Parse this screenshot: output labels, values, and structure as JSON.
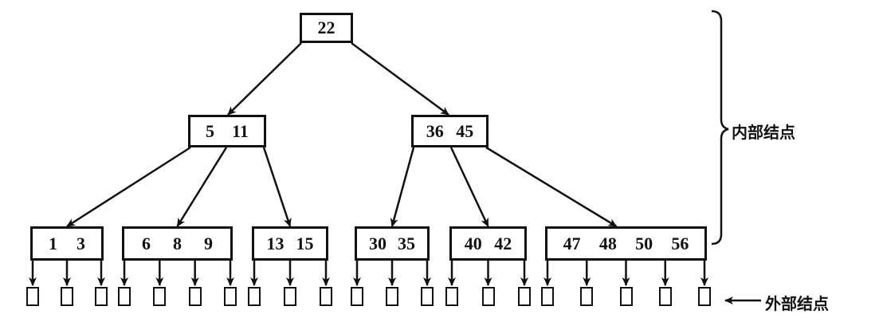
{
  "title": "B-tree of order 5",
  "colors": {
    "ink": "#111111",
    "background": "#ffffff"
  },
  "tree": {
    "root": {
      "id": "root",
      "keys": [
        "22"
      ]
    },
    "level1": [
      {
        "id": "n-5-11",
        "keys": [
          "5",
          "11"
        ]
      },
      {
        "id": "n-36-45",
        "keys": [
          "36",
          "45"
        ]
      }
    ],
    "leaves": [
      {
        "id": "leaf-1-3",
        "parent": 0,
        "keys": [
          "1",
          "3"
        ]
      },
      {
        "id": "leaf-6-8-9",
        "parent": 0,
        "keys": [
          "6",
          "8",
          "9"
        ]
      },
      {
        "id": "leaf-13-15",
        "parent": 0,
        "keys": [
          "13",
          "15"
        ]
      },
      {
        "id": "leaf-30-35",
        "parent": 1,
        "keys": [
          "30",
          "35"
        ]
      },
      {
        "id": "leaf-40-42",
        "parent": 1,
        "keys": [
          "40",
          "42"
        ]
      },
      {
        "id": "leaf-47-48-50-56",
        "parent": 1,
        "keys": [
          "47",
          "48",
          "50",
          "56"
        ]
      }
    ]
  },
  "labels": {
    "internal_nodes": "内部结点",
    "external_nodes": "外部结点"
  }
}
